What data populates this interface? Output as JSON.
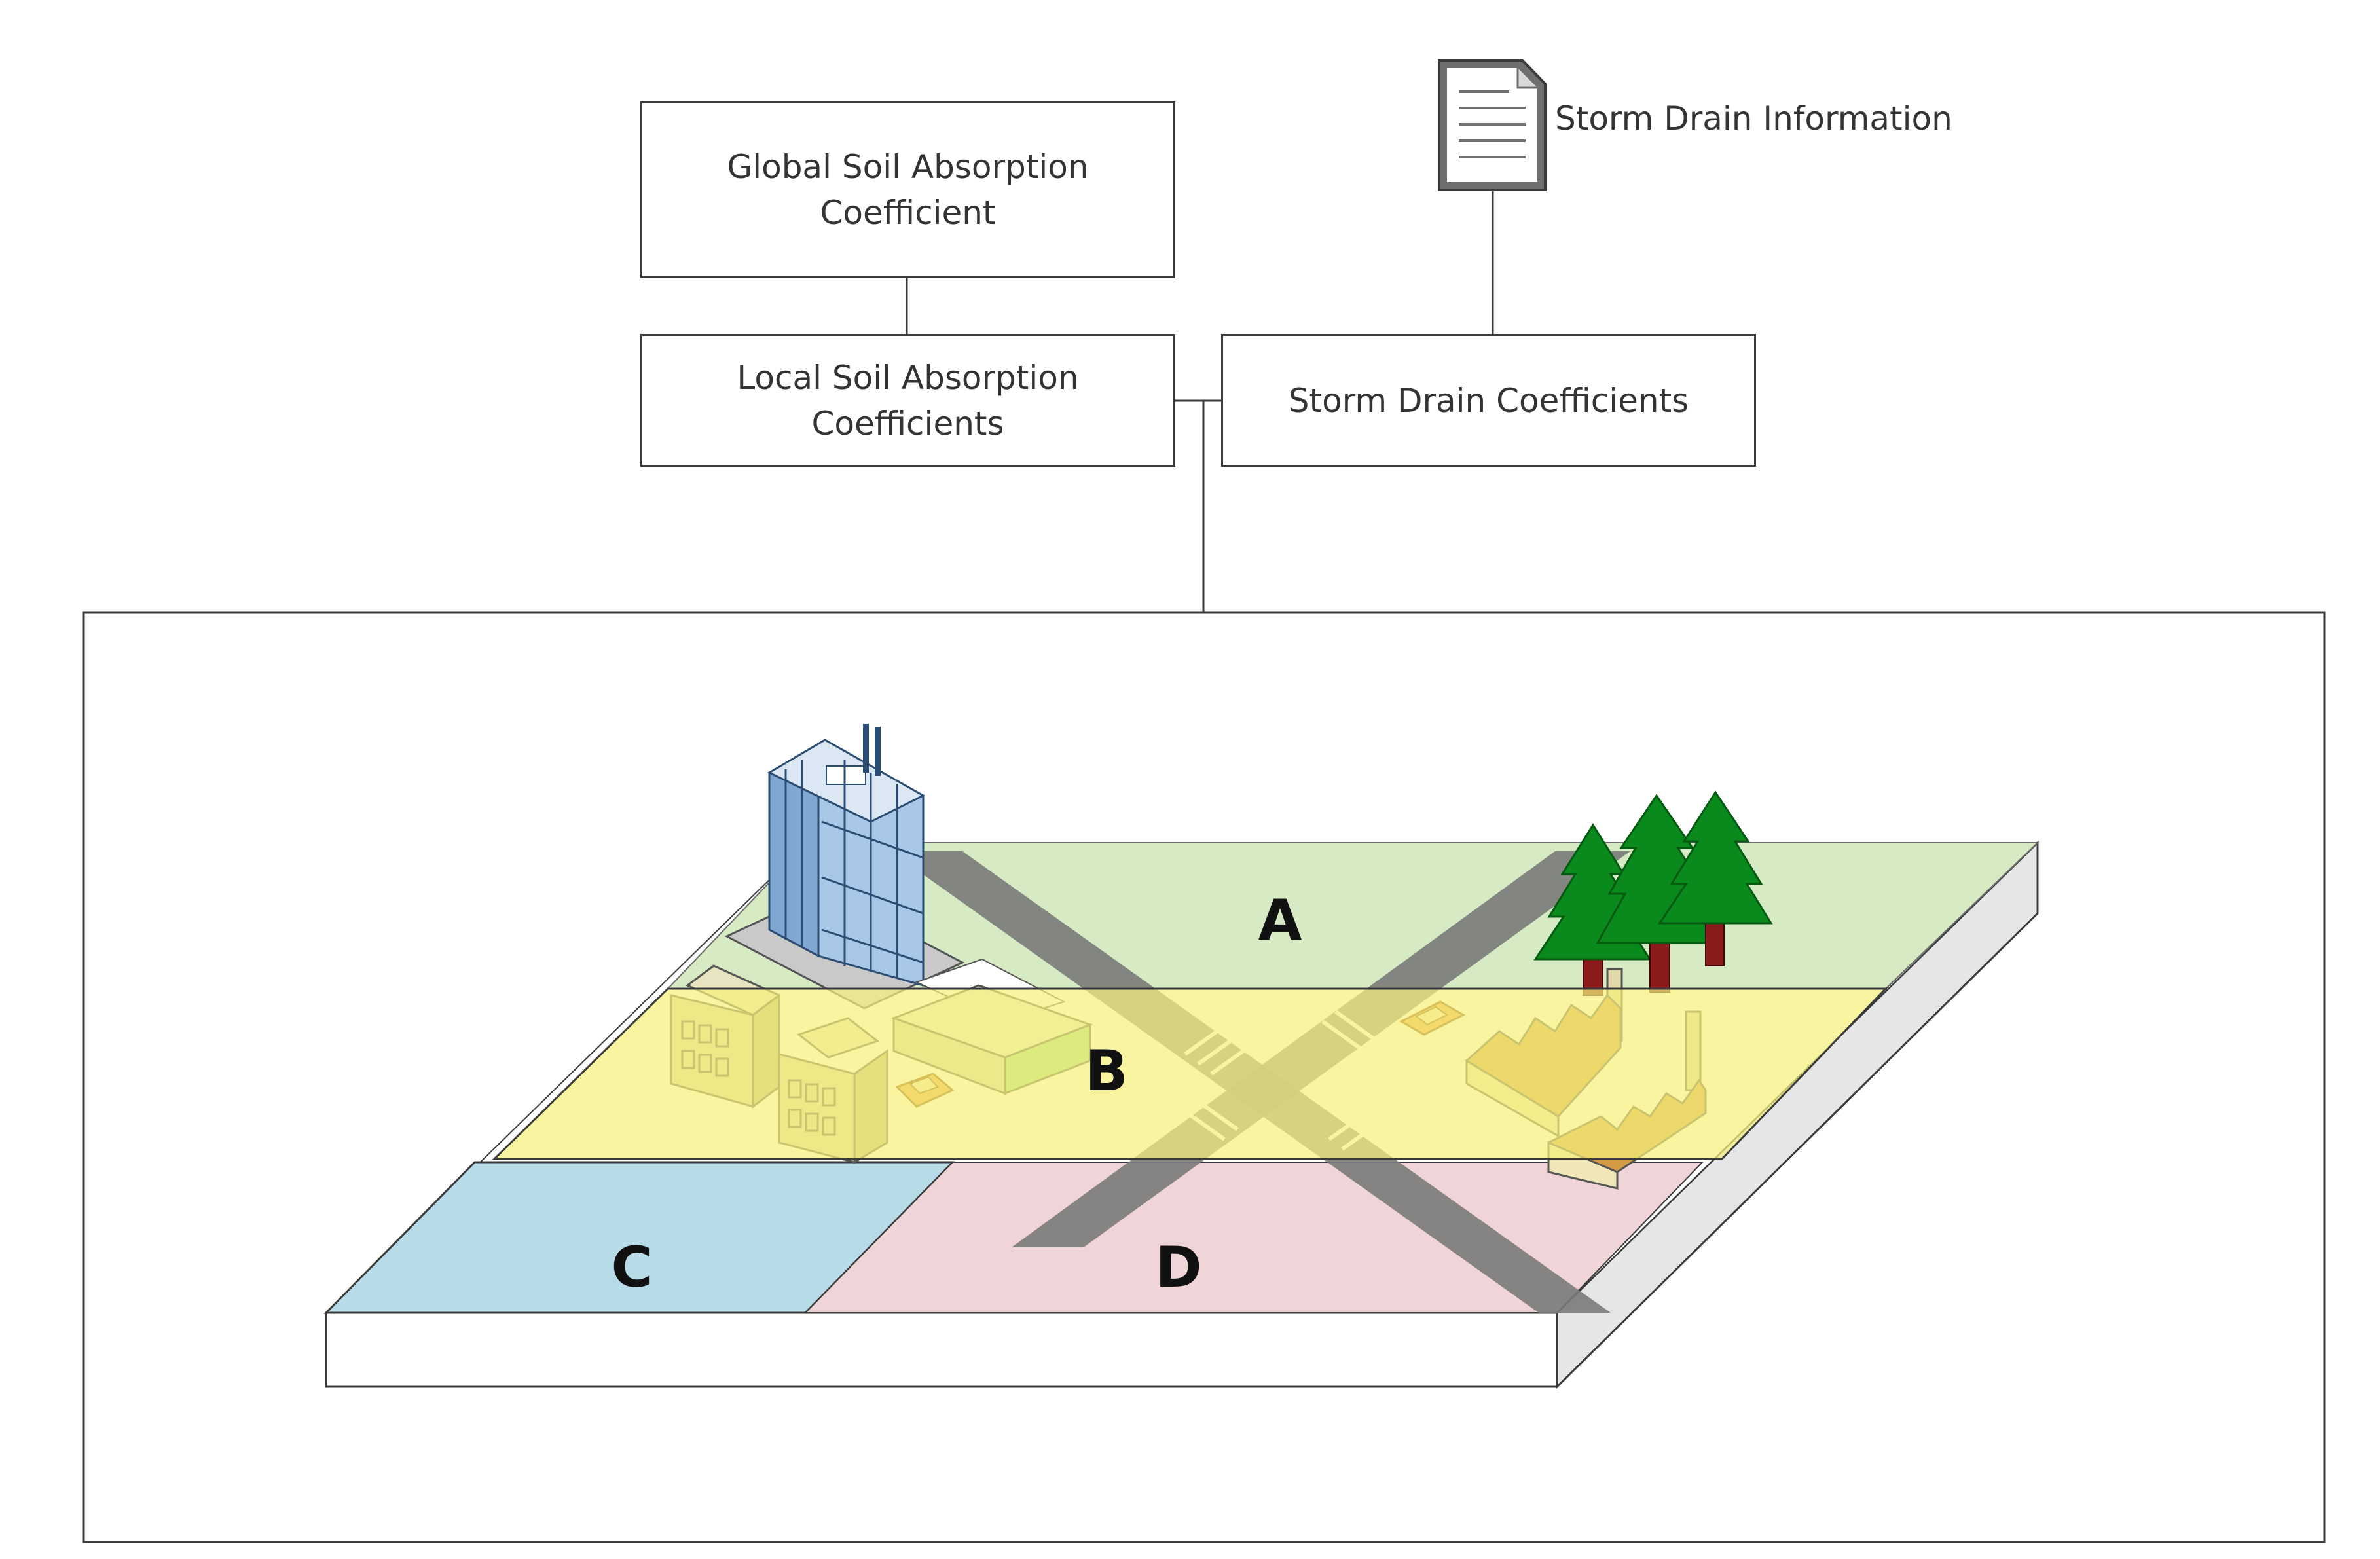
{
  "boxes": {
    "global_soil": "Global Soil Absorption Coefficient",
    "local_soil": "Local Soil Absorption Coefficients",
    "storm_drain_coeff": "Storm Drain Coefficients"
  },
  "document": {
    "label": "Storm Drain Information",
    "icon": "document-icon"
  },
  "zones": {
    "a": {
      "label": "A",
      "color": "#d6ebc4"
    },
    "b": {
      "label": "B",
      "color": "#f5f07a"
    },
    "c": {
      "label": "C",
      "color": "#b7dbe7"
    },
    "d": {
      "label": "D",
      "color": "#efd4d8"
    }
  }
}
